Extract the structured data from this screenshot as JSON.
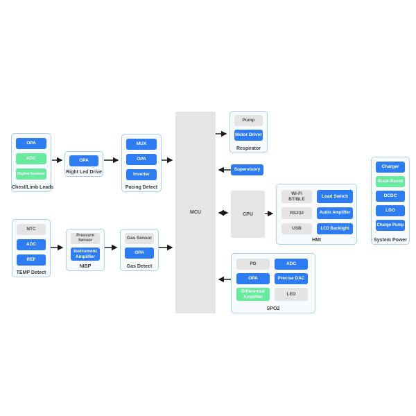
{
  "colors": {
    "block_blue": "#2e7cf2",
    "block_green": "#67e99e",
    "block_gray": "#e4e4e4",
    "group_fill": "#f8fbfe",
    "group_border": "#abcdf0",
    "chip_gray": "#e5e5e5",
    "arrow": "#1a1a1a"
  },
  "diagram": {
    "nodes": {
      "mcu": {
        "label": "MCU"
      },
      "cpu": {
        "label": "CPU"
      },
      "supervisory": {
        "label": "Supervisory"
      }
    },
    "groups": {
      "chest_limb_leads": {
        "label": "Chest/Limb Leads",
        "blocks": [
          {
            "text": "OPA",
            "color": "blue"
          },
          {
            "text": "ADC",
            "color": "green"
          },
          {
            "text": "Digital Isolator",
            "color": "green"
          }
        ]
      },
      "right_led_drive": {
        "label": "Right Led Drive",
        "blocks": [
          {
            "text": "OPA",
            "color": "blue"
          }
        ]
      },
      "pacing_detect": {
        "label": "Pacing Detect",
        "blocks": [
          {
            "text": "MUX",
            "color": "blue"
          },
          {
            "text": "OPA",
            "color": "blue"
          },
          {
            "text": "Inverter",
            "color": "blue"
          }
        ]
      },
      "temp_detect": {
        "label": "TEMP Detect",
        "blocks": [
          {
            "text": "NTC",
            "color": "gray"
          },
          {
            "text": "ADC",
            "color": "blue"
          },
          {
            "text": "REF",
            "color": "blue"
          }
        ]
      },
      "nibp": {
        "label": "NIBP",
        "blocks": [
          {
            "text": "Pressure Sensor",
            "color": "gray"
          },
          {
            "text": "Instrument\nAmplifier",
            "color": "blue"
          }
        ]
      },
      "gas_detect": {
        "label": "Gas Detect",
        "blocks": [
          {
            "text": "Gas Sensor",
            "color": "gray"
          },
          {
            "text": "OPA",
            "color": "blue"
          }
        ]
      },
      "respirator": {
        "label": "Respirator",
        "blocks": [
          {
            "text": "Pump",
            "color": "gray"
          },
          {
            "text": "Motor Driver",
            "color": "blue"
          }
        ]
      },
      "hmi": {
        "label": "HMI",
        "blocks": [
          {
            "text": "Wi-Fi\nBT/BLE",
            "color": "gray"
          },
          {
            "text": "Load Switch",
            "color": "blue"
          },
          {
            "text": "RS232",
            "color": "gray"
          },
          {
            "text": "Audio Amplifier",
            "color": "blue"
          },
          {
            "text": "USB",
            "color": "gray"
          },
          {
            "text": "LCD Backlight",
            "color": "blue"
          }
        ]
      },
      "spo2": {
        "label": "SPO2",
        "blocks": [
          {
            "text": "PD",
            "color": "gray"
          },
          {
            "text": "ADC",
            "color": "blue"
          },
          {
            "text": "OPA",
            "color": "blue"
          },
          {
            "text": "Precise DAC",
            "color": "blue"
          },
          {
            "text": "Differential\nAmplifier",
            "color": "green"
          },
          {
            "text": "LED",
            "color": "gray"
          }
        ]
      },
      "system_power": {
        "label": "System Power",
        "blocks": [
          {
            "text": "Charger",
            "color": "blue"
          },
          {
            "text": "Buck-Boost",
            "color": "green"
          },
          {
            "text": "DCDC",
            "color": "blue"
          },
          {
            "text": "LDO",
            "color": "blue"
          },
          {
            "text": "Charge Pump",
            "color": "blue"
          }
        ]
      }
    },
    "edges": [
      {
        "from": "chest_limb_leads",
        "to": "right_led_drive",
        "type": "arrow"
      },
      {
        "from": "right_led_drive",
        "to": "pacing_detect",
        "type": "arrow"
      },
      {
        "from": "pacing_detect",
        "to": "mcu",
        "type": "arrow"
      },
      {
        "from": "mcu",
        "to": "respirator",
        "type": "arrow"
      },
      {
        "from": "supervisory",
        "to": "mcu",
        "type": "arrow"
      },
      {
        "from": "mcu",
        "to": "cpu",
        "type": "bidirectional"
      },
      {
        "from": "cpu",
        "to": "hmi",
        "type": "arrow"
      },
      {
        "from": "temp_detect",
        "to": "nibp",
        "type": "arrow"
      },
      {
        "from": "nibp",
        "to": "gas_detect",
        "type": "arrow"
      },
      {
        "from": "gas_detect",
        "to": "mcu",
        "type": "arrow"
      },
      {
        "from": "spo2",
        "to": "mcu",
        "type": "arrow"
      }
    ]
  }
}
